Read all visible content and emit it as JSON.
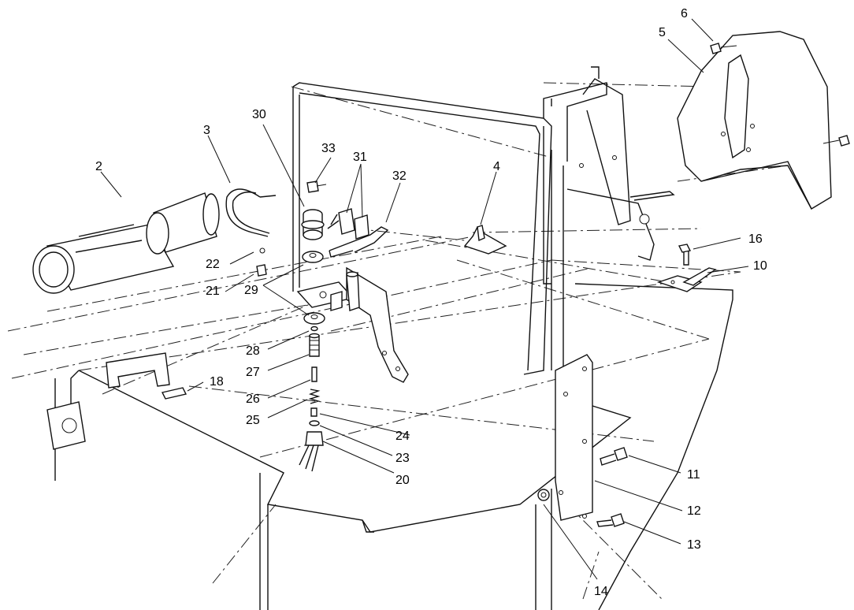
{
  "callouts": [
    "2",
    "3",
    "4",
    "5",
    "6",
    "10",
    "11",
    "12",
    "13",
    "14",
    "16",
    "18",
    "20",
    "21",
    "22",
    "23",
    "24",
    "25",
    "26",
    "27",
    "28",
    "29",
    "30",
    "31",
    "32",
    "33"
  ]
}
